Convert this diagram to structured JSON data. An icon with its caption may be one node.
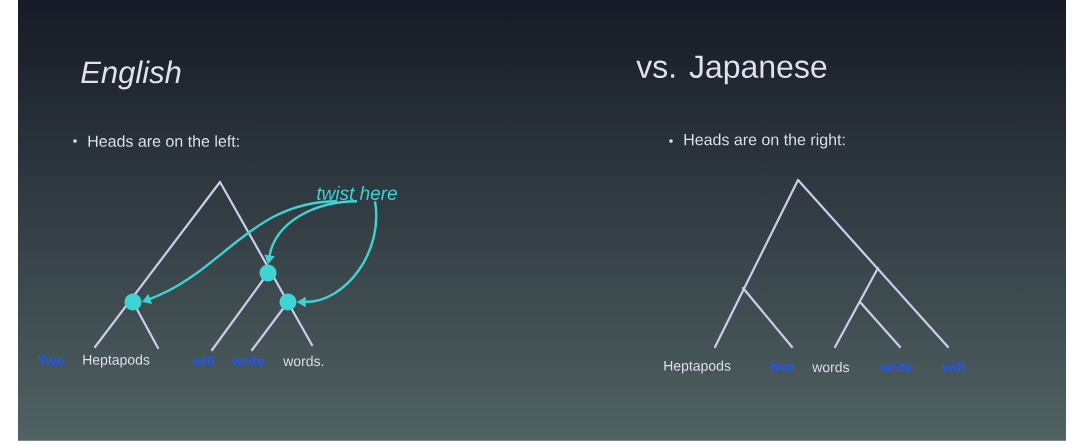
{
  "diagram": {
    "nodes": [
      {
        "text": [
          "twist here"
        ]
      },
      {
        "text": [],
        "shape": "circle"
      },
      {
        "text": [],
        "shape": "circle"
      },
      {
        "text": [],
        "shape": "circle"
      }
    ],
    "edges": [
      {
        "from": 0,
        "to": 1,
        "arrow": "to",
        "color": "#3fd3d3"
      },
      {
        "from": 0,
        "to": 2,
        "arrow": "to",
        "color": "#3fd3d3"
      },
      {
        "from": 0,
        "to": 3,
        "arrow": "to",
        "color": "#3fd3d3"
      }
    ],
    "labels": [
      "English",
      "vs. Japanese",
      "Heads are on the left:",
      "Heads are on the right:",
      "Two",
      "Heptapods",
      "will",
      "write",
      "words.",
      "Heptapods",
      "two",
      "words",
      "write",
      "will"
    ]
  }
}
